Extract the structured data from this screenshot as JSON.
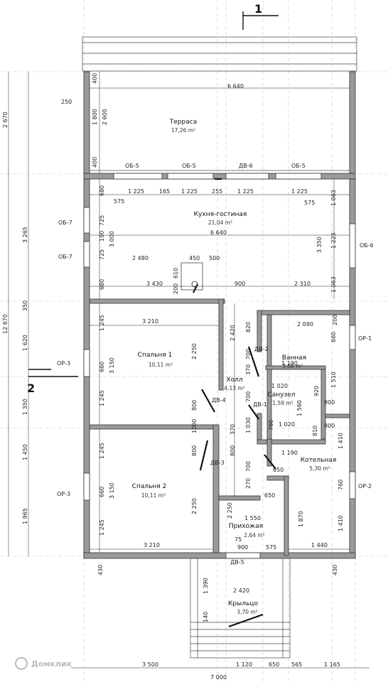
{
  "section_marks": {
    "top": "1",
    "left": "2"
  },
  "rooms": [
    {
      "id": "terrace",
      "name": "Терраса",
      "area": "17,26 m²"
    },
    {
      "id": "kitchen",
      "name": "Кухня-гостиная",
      "area": "21,04 m²"
    },
    {
      "id": "bedroom1",
      "name": "Спальня 1",
      "area": "10,11 m²"
    },
    {
      "id": "hall",
      "name": "Холл",
      "area": "4,13 m²"
    },
    {
      "id": "bath",
      "name": "Ванная",
      "area": "3,86 m²"
    },
    {
      "id": "wc",
      "name": "Санузел",
      "area": "1,59 m²"
    },
    {
      "id": "boiler",
      "name": "Котельная",
      "area": "5,30 m²"
    },
    {
      "id": "bedroom2",
      "name": "Спальня 2",
      "area": "10,11 m²"
    },
    {
      "id": "entry",
      "name": "Прихожая",
      "area": "2,64 m²"
    },
    {
      "id": "porch",
      "name": "Крыльцо",
      "area": "3,70 m²"
    }
  ],
  "openings": {
    "ob5a": "ОБ-5",
    "ob5b": "ОБ-5",
    "dv6": "ДВ-6",
    "ob5c": "ОБ-5",
    "ob7a": "ОБ-7",
    "ob7b": "ОБ-7",
    "ob6": "ОБ-6",
    "op1": "ОР-1",
    "op2": "ОР-2",
    "op3a": "ОР-3",
    "op3b": "ОР-3",
    "dv2": "ДВ-2",
    "dv1": "ДВ-1",
    "dv4": "ДВ-4",
    "dv3": "ДВ-3",
    "dv5": "ДВ-5"
  },
  "dims": {
    "t6640": "6 640",
    "t250": "250",
    "t400a": "400",
    "t1800": "1 800",
    "t2600": "2 600",
    "t400b": "400",
    "r1225a": "1 225",
    "r165a": "165",
    "r1225b": "1 225",
    "r255": "255",
    "r1225c": "1 225",
    "r1225d": "1 225",
    "r575a": "575",
    "r575b": "575",
    "r680a": "680",
    "r725a": "725",
    "r190": "190",
    "r3000": "3 000",
    "r725b": "725",
    "r680b": "680",
    "k6640": "6 640",
    "k2480": "2 480",
    "k450": "450",
    "k500": "500",
    "k610": "610",
    "k3430": "3 430",
    "k200": "200",
    "k900": "900",
    "k2310": "2 310",
    "k1063a": "1 063",
    "k1225": "1 225",
    "k3350": "3 350",
    "k1063b": "1 063",
    "b3210a": "3 210",
    "b1245a": "1 245",
    "b660a": "660",
    "b3150a": "3 150",
    "b1245b": "1 245",
    "b2250a": "2 250",
    "h2420": "2 420",
    "h820": "820",
    "h700a": "700",
    "h370a": "370",
    "h700b": "700",
    "h800a": "800",
    "h1000": "1000",
    "h800b": "800",
    "h370b": "370",
    "h1030": "1 030",
    "h800c": "800",
    "h700c": "700",
    "h270": "270",
    "w2090": "2 090",
    "w200": "200",
    "w660": "660",
    "w1190a": "1 190",
    "w1510": "1 510",
    "w1020a": "1 020",
    "w920": "920",
    "w1560": "1 560",
    "w900a": "900",
    "w1020b": "1 020",
    "w760a": "760",
    "w810": "810",
    "w900b": "900",
    "w1410a": "1 410",
    "w1190b": "1 190",
    "w650a": "650",
    "w760b": "760",
    "w650b": "650",
    "w1870": "1 870",
    "w1410b": "1 410",
    "w1440": "1 440",
    "c1245a": "1 245",
    "c660": "660",
    "c3150": "3 150",
    "c1245b": "1 245",
    "c2250": "2 250",
    "c3210": "3 210",
    "e2250": "2 250",
    "e1550": "1 550",
    "e75": "75",
    "e900": "900",
    "e575": "575",
    "p430a": "430",
    "p430b": "430",
    "p1390": "1 390",
    "p2420": "2 420",
    "p140": "140",
    "l2670": "2 670",
    "l3265": "3 265",
    "l350": "350",
    "l1620": "1 620",
    "l1350": "1 350",
    "l1450": "1 450",
    "l1965": "1 965",
    "l12670": "12 670",
    "bt3500": "3 500",
    "bt1120": "1 120",
    "bt650": "650",
    "bt565": "565",
    "bt1165": "1 165",
    "bt7000": "7 000"
  },
  "watermark": "Домклик"
}
